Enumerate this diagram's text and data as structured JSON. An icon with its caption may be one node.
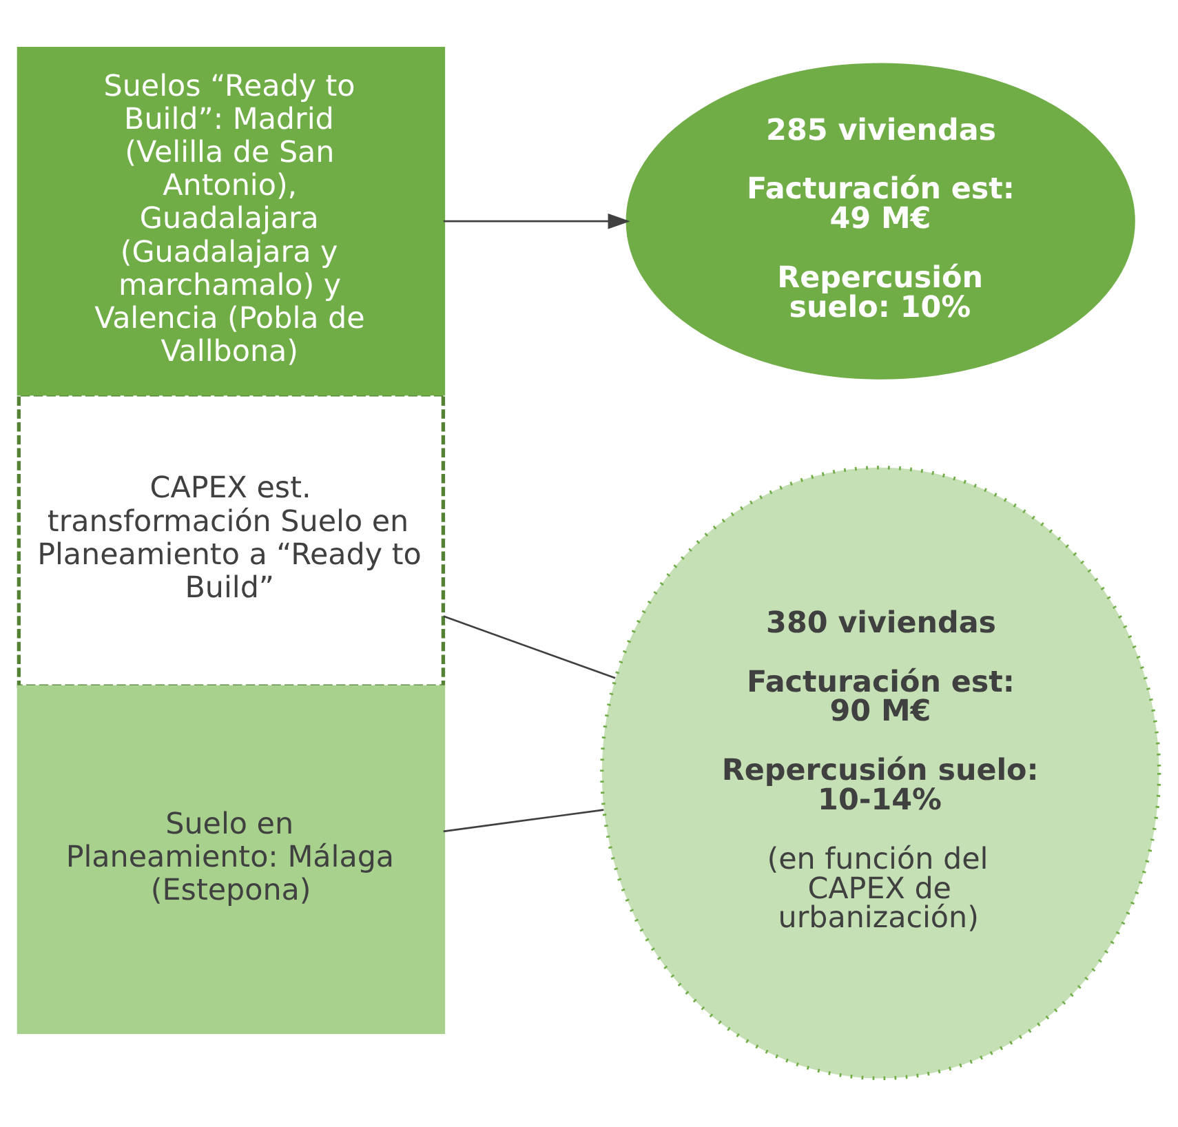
{
  "diagram": {
    "nodes": [
      {
        "text": [
          "CAPEX est. transformación Suelo en Planeamiento a “Ready to Build”"
        ]
      },
      {
        "text": [
          "Suelo en Planeamiento: Málaga (Estepona)"
        ]
      },
      {
        "text": [
          "Suelos “Ready to Build”: Madrid (Velilla de San Antonio), Guadalajara (Guadalajara y marchamalo) y Valencia (Pobla de Vallbona)"
        ]
      },
      {
        "text": [
          "380 viviendas",
          "Facturación est: 90 M€",
          "Repercusión suelo: 10-14%",
          "(en función del CAPEX de urbanización)"
        ]
      },
      {
        "text": [
          "285 viviendas",
          "Facturación est: 49 M€",
          "Repercusión suelo: 10%"
        ]
      }
    ],
    "edges": [
      {
        "from": 0,
        "to": 3,
        "arrow": "none"
      },
      {
        "from": 1,
        "to": 3,
        "arrow": "none"
      },
      {
        "from": 2,
        "to": 4,
        "arrow": "to"
      }
    ]
  }
}
